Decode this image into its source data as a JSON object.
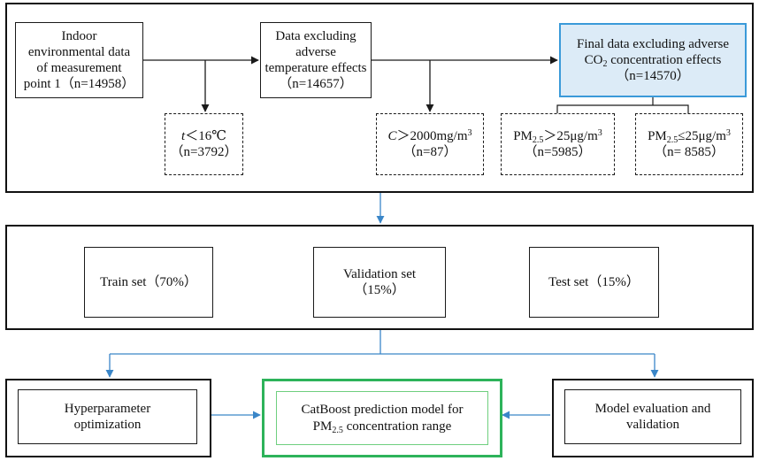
{
  "stage1": {
    "indoor_data": [
      "Indoor",
      "environmental data",
      "of measurement",
      "point 1（n=14958）"
    ],
    "excl_temp": [
      "Data excluding",
      "adverse",
      "temperature effects",
      "（n=14657）"
    ],
    "final_data": {
      "line1": "Final data excluding adverse",
      "line2_pre": "CO",
      "line2_sub": "2",
      "line2_post": " concentration effects",
      "line3": "（n=14570）"
    },
    "temp_filter": {
      "var": "t",
      "cond": "＜16℃",
      "count": "（n=3792）"
    },
    "co2_filter": {
      "var": "C",
      "cond": "＞2000mg/m",
      "sup": "3",
      "count": "（n=87）"
    },
    "pm_high": {
      "pre": "PM",
      "sub": "2.5",
      "cond": "＞25μg/m",
      "sup": "3",
      "count": "（n=5985）"
    },
    "pm_low": {
      "pre": "PM",
      "sub": "2.5",
      "cond": "≤25μg/m",
      "sup": "3",
      "count": "（n= 8585）"
    }
  },
  "stage2": {
    "train": "Train set（70%）",
    "validation": [
      "Validation set",
      "（15%）"
    ],
    "test": "Test set（15%）"
  },
  "stage3": {
    "hyper": [
      "Hyperparameter",
      "optimization"
    ],
    "catboost": {
      "line1": "CatBoost prediction model for",
      "pre": "PM",
      "sub": "2.5",
      "post": " concentration range"
    },
    "evaluation": [
      "Model evaluation and",
      "validation"
    ]
  },
  "colors": {
    "connector_blue": "#3a86c8",
    "highlight_fill": "#dcebf7",
    "highlight_border": "#3a9ad9",
    "model_border": "#2db35a"
  }
}
